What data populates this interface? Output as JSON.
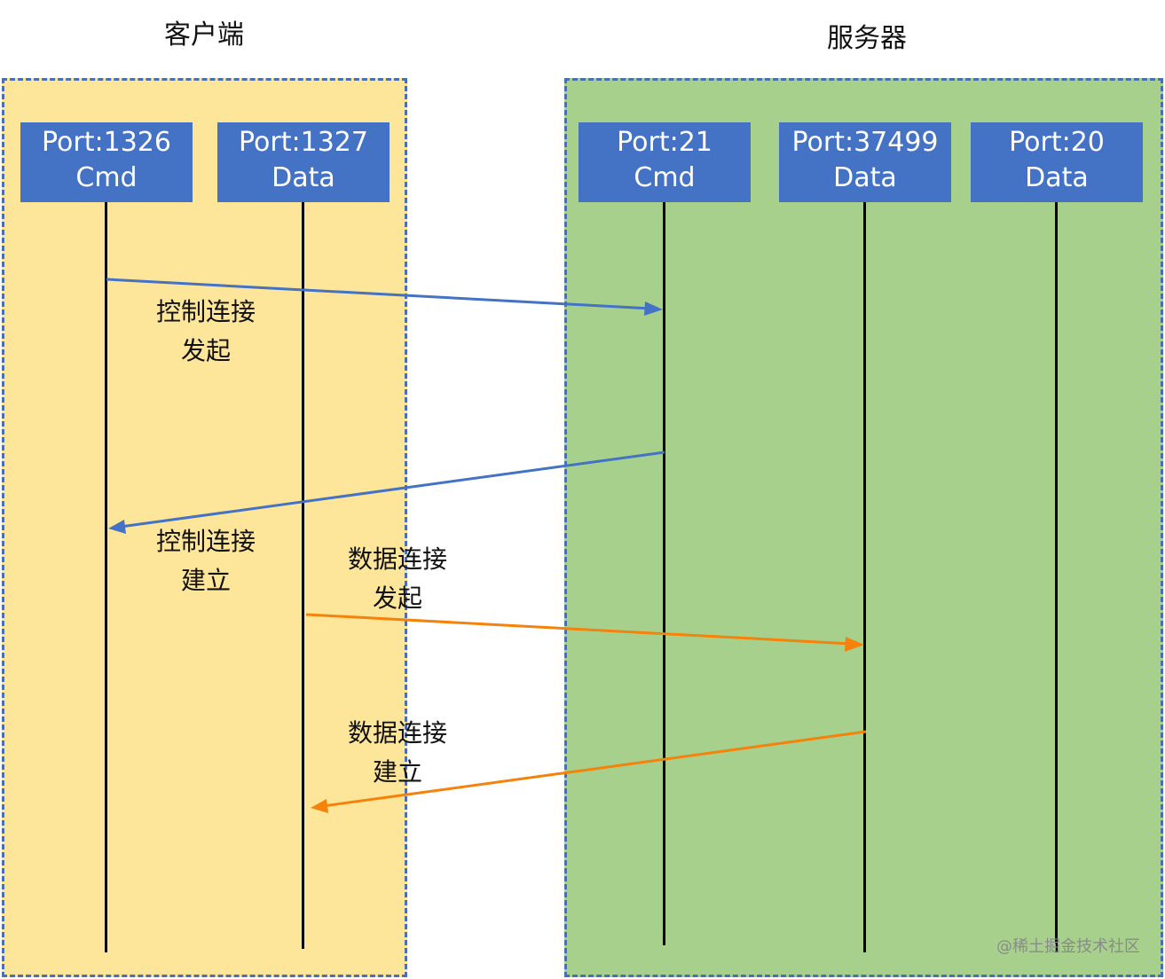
{
  "client": {
    "title": "客户端",
    "color": "#fde59a",
    "ports": [
      {
        "port": "Port:1326",
        "role": "Cmd"
      },
      {
        "port": "Port:1327",
        "role": "Data"
      }
    ]
  },
  "server": {
    "title": "服务器",
    "color": "#a8d08d",
    "ports": [
      {
        "port": "Port:21",
        "role": "Cmd"
      },
      {
        "port": "Port:37499",
        "role": "Data"
      },
      {
        "port": "Port:20",
        "role": "Data"
      }
    ]
  },
  "messages": [
    {
      "line1": "控制连接",
      "line2": "发起",
      "color": "#4472c4"
    },
    {
      "line1": "控制连接",
      "line2": "建立",
      "color": "#4472c4"
    },
    {
      "line1": "数据连接",
      "line2": "发起",
      "color": "#f5820a"
    },
    {
      "line1": "数据连接",
      "line2": "建立",
      "color": "#f5820a"
    }
  ],
  "watermark": "@稀土掘金技术社区"
}
